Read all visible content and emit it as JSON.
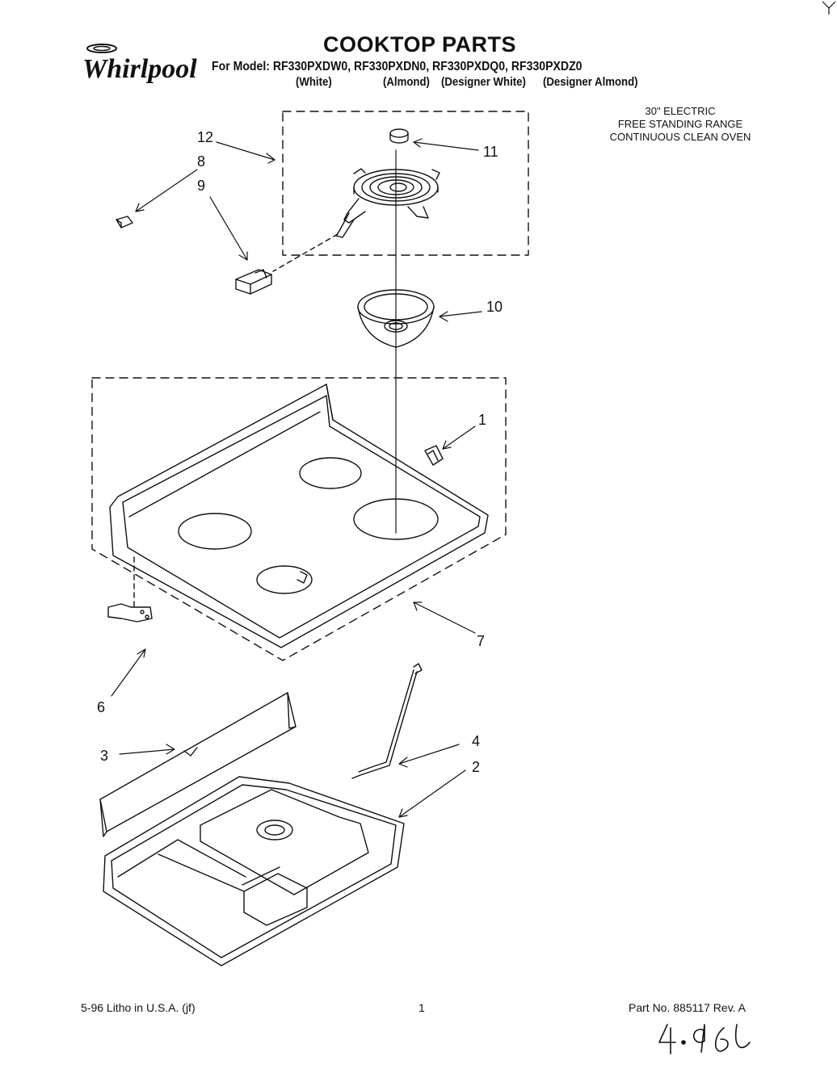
{
  "header": {
    "brand": "Whirlpool",
    "title": "COOKTOP PARTS",
    "models_line": "For Model: RF330PXDW0, RF330PXDN0, RF330PXDQ0, RF330PXDZ0",
    "colors": [
      "(White)",
      "(Almond)",
      "(Designer White)",
      "(Designer Almond)"
    ]
  },
  "description": [
    "30\" ELECTRIC",
    "FREE STANDING RANGE",
    "CONTINUOUS CLEAN OVEN"
  ],
  "callouts": [
    "1",
    "2",
    "3",
    "4",
    "6",
    "7",
    "8",
    "9",
    "10",
    "11",
    "12"
  ],
  "footer": {
    "litho": "5-96 Litho in U.S.A. (jf)",
    "page": "1",
    "part_no": "Part No. 885117 Rev. A",
    "handwritten": "4-96"
  }
}
